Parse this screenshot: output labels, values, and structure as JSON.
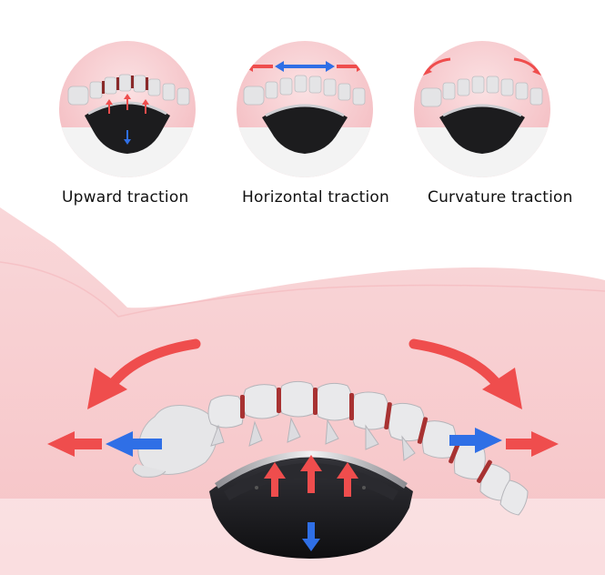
{
  "captions": {
    "upward": "Upward traction",
    "horizontal": "Horizontal traction",
    "curvature": "Curvature traction"
  },
  "colors": {
    "pink_bg": "#f7c9cc",
    "red_arrow": "#ef4d4d",
    "blue_arrow": "#2f6fe6",
    "device": "#1c1c1e",
    "bone": "#e9e9eb"
  }
}
